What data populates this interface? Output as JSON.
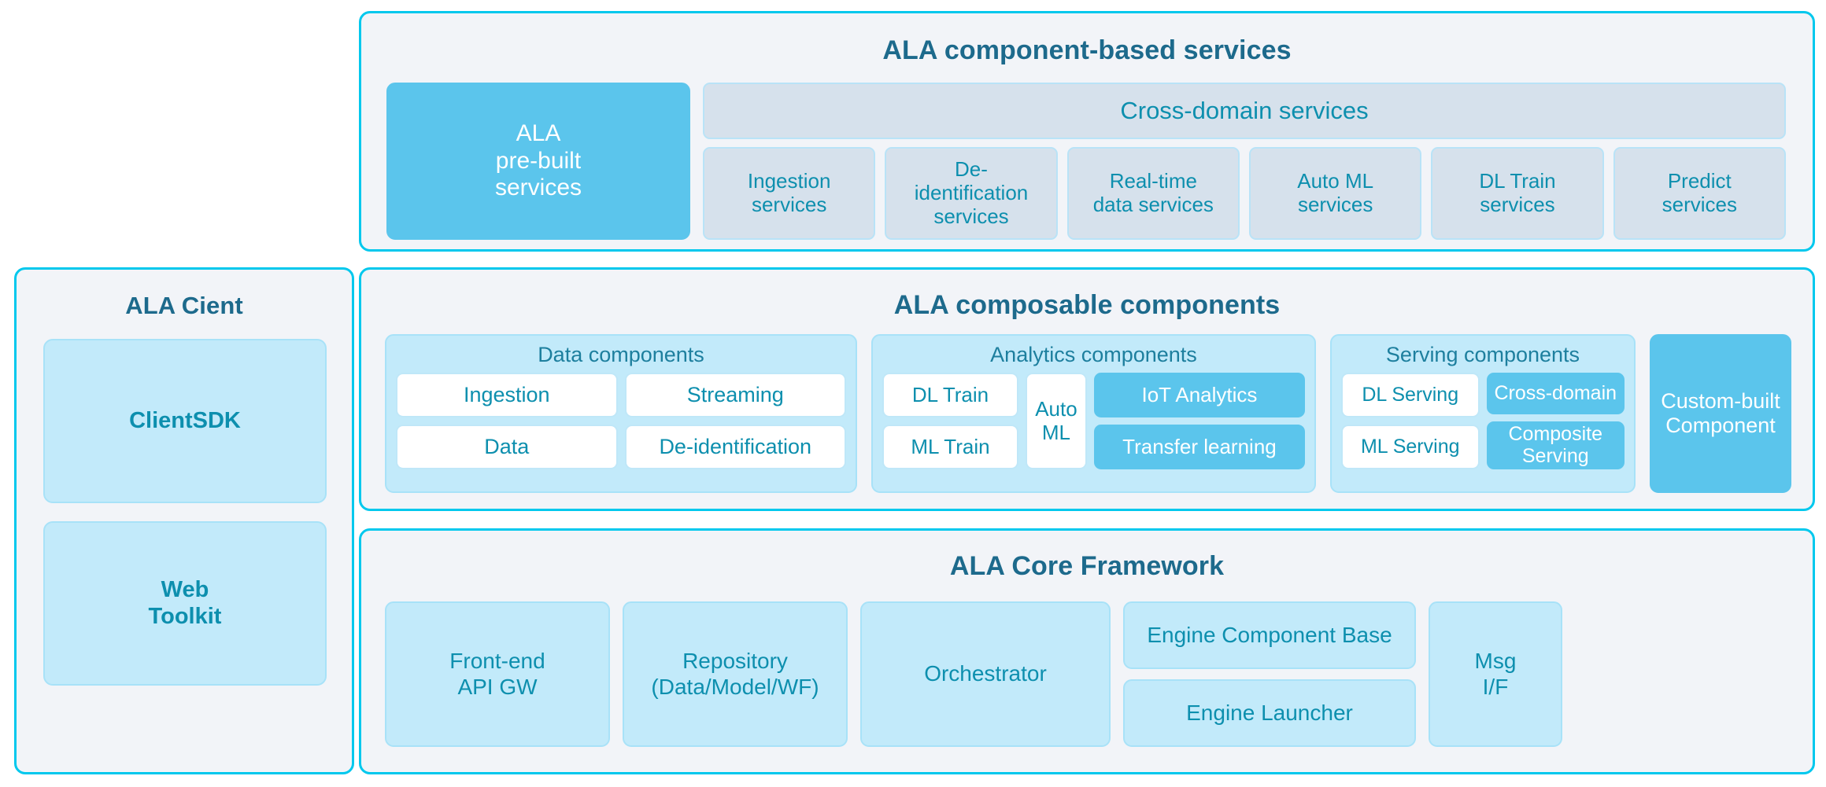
{
  "services_panel": {
    "title": "ALA component-based services",
    "prebuilt": "ALA\npre-built\nservices",
    "crossdomain_bar": "Cross-domain services",
    "services": [
      "Ingestion\nservices",
      "De-\nidentification\nservices",
      "Real-time\ndata services",
      "Auto ML\nservices",
      "DL Train\nservices",
      "Predict\nservices"
    ]
  },
  "client_panel": {
    "title": "ALA Cient",
    "items": [
      {
        "label": "ClientSDK"
      },
      {
        "label": "Web\nToolkit"
      }
    ]
  },
  "components_panel": {
    "title": "ALA composable components",
    "groups": [
      {
        "title": "Data components",
        "columns": [
          {
            "tiles": [
              {
                "label": "Ingestion",
                "style": "white"
              },
              {
                "label": "Data",
                "style": "white"
              }
            ]
          },
          {
            "tiles": [
              {
                "label": "Streaming",
                "style": "white"
              },
              {
                "label": "De-identification",
                "style": "white"
              }
            ]
          }
        ]
      },
      {
        "title": "Analytics components",
        "columns": [
          {
            "tiles": [
              {
                "label": "DL Train",
                "style": "white"
              },
              {
                "label": "ML Train",
                "style": "white"
              }
            ]
          },
          {
            "tiles": [
              {
                "label": "Auto\nML",
                "style": "white"
              }
            ]
          },
          {
            "tiles": [
              {
                "label": "IoT Analytics",
                "style": "blue"
              },
              {
                "label": "Transfer learning",
                "style": "blue"
              }
            ]
          }
        ]
      },
      {
        "title": "Serving components",
        "columns": [
          {
            "tiles": [
              {
                "label": "DL Serving",
                "style": "white"
              },
              {
                "label": "ML Serving",
                "style": "white"
              }
            ]
          },
          {
            "tiles": [
              {
                "label": "Cross-domain",
                "style": "blue"
              },
              {
                "label": "Composite\nServing",
                "style": "blue"
              }
            ]
          }
        ]
      }
    ],
    "custom_built": "Custom-built\nComponent"
  },
  "core_panel": {
    "title": "ALA Core Framework",
    "frontend": "Front-end\nAPI GW",
    "repository": "Repository\n(Data/Model/WF)",
    "orchestrator": "Orchestrator",
    "engine_component_base": "Engine Component Base",
    "engine_launcher": "Engine Launcher",
    "msg_if": "Msg\nI/F"
  },
  "colors": {
    "panel_border": "#00c8ed",
    "panel_fill": "#f2f4f8",
    "title_text": "#1d6a8c",
    "chip_grey": "#d6e1ec",
    "chip_cyan": "#c2eafa",
    "highlight_blue": "#5bc5ec",
    "body_text": "#0d8fae"
  }
}
